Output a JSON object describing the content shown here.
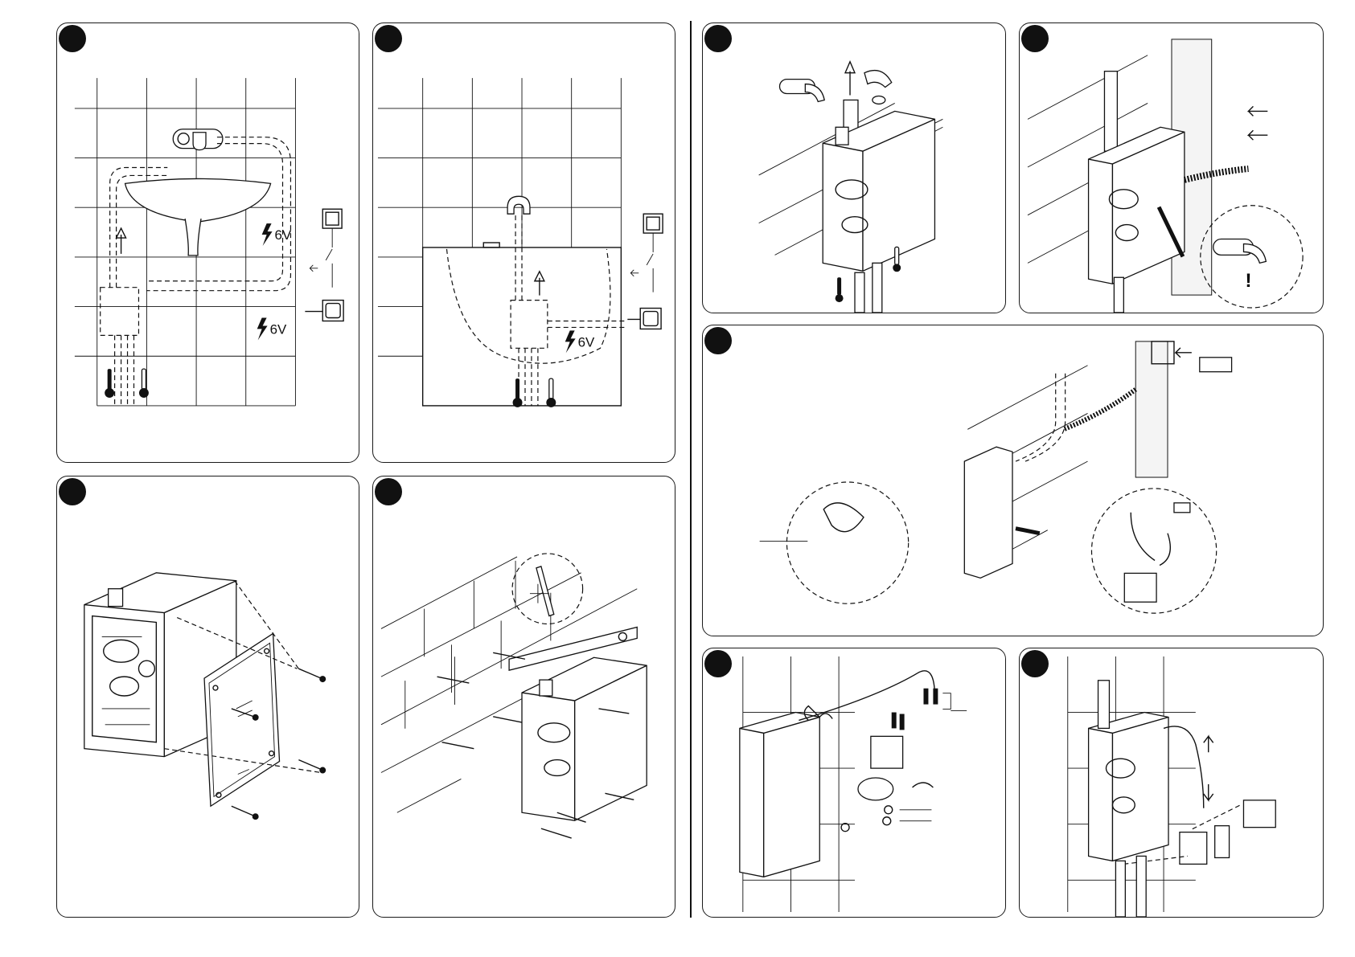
{
  "panels": {
    "p1": {
      "voltage_top": "6V",
      "voltage_bottom": "6V"
    },
    "p2": {
      "voltage": "6V"
    },
    "p3": {},
    "p4": {},
    "p5": {},
    "p6": {},
    "p7": {},
    "p8": {},
    "p9": {}
  },
  "icons": {
    "lightning": "lightning-bolt-icon",
    "thermometer": "thermometer-icon",
    "switch": "light-switch-icon",
    "socket": "wall-socket-icon",
    "warning": "exclamation-icon"
  },
  "colors": {
    "ink": "#111111",
    "paper": "#ffffff"
  }
}
